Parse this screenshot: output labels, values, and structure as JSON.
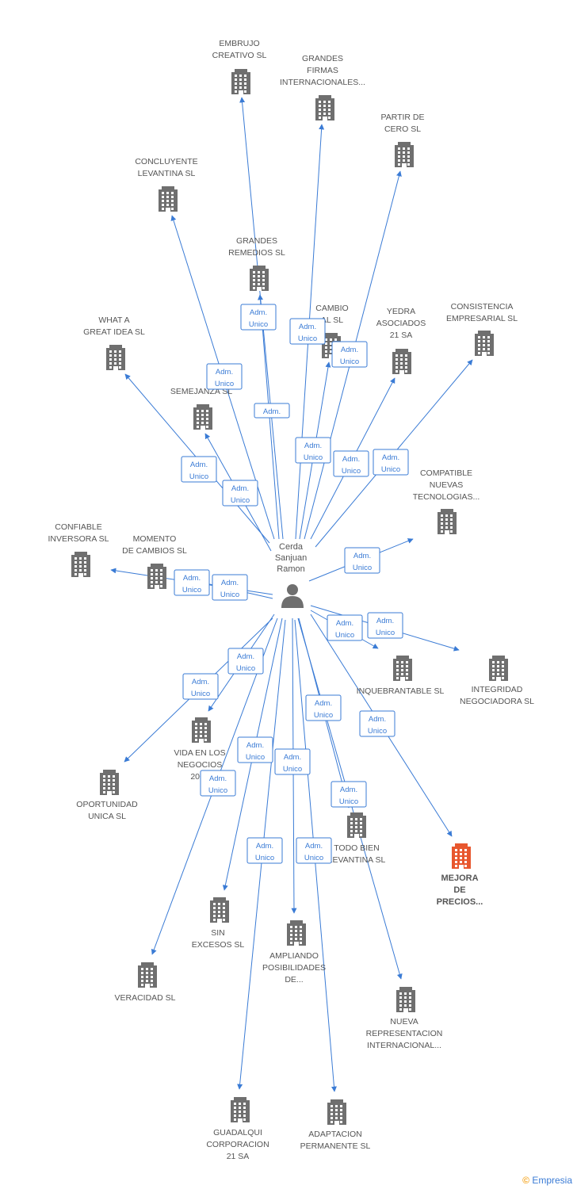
{
  "colors": {
    "edge": "#3a7bd5",
    "building": "#6f6f6f",
    "focus": "#e8572e",
    "text": "#555555"
  },
  "center": {
    "name": [
      "Cerda",
      "Sanjuan",
      "Ramon"
    ],
    "icon": "person-icon"
  },
  "footer": {
    "copyright": "©",
    "brand": "Empresia"
  },
  "companies": [
    {
      "id": "embrujo-creativo",
      "label": [
        "EMBRUJO",
        "CREATIVO SL"
      ],
      "badge": [
        "Adm.",
        "Unico"
      ]
    },
    {
      "id": "grandes-firmas",
      "label": [
        "GRANDES",
        "FIRMAS",
        "INTERNACIONALES..."
      ],
      "badge": [
        "Adm.",
        "Unico"
      ]
    },
    {
      "id": "partir-de-cero",
      "label": [
        "PARTIR DE",
        "CERO SL"
      ],
      "badge": [
        "Adm.",
        "Unico"
      ]
    },
    {
      "id": "concluyente-levantina",
      "label": [
        "CONCLUYENTE",
        "LEVANTINA SL"
      ],
      "badge": [
        "Adm.",
        "Unico"
      ]
    },
    {
      "id": "grandes-remedios",
      "label": [
        "GRANDES",
        "REMEDIOS SL"
      ],
      "badge": [
        "Adm."
      ]
    },
    {
      "id": "cambio-al",
      "label": [
        "CAMBIO",
        "AL SL"
      ],
      "badge": [
        "Adm.",
        "Unico"
      ]
    },
    {
      "id": "yedra-asociados",
      "label": [
        "YEDRA",
        "ASOCIADOS",
        "21 SA"
      ],
      "badge": [
        "Adm.",
        "Unico"
      ]
    },
    {
      "id": "consistencia-empresarial",
      "label": [
        "CONSISTENCIA",
        "EMPRESARIAL SL"
      ],
      "badge": [
        "Adm.",
        "Unico"
      ]
    },
    {
      "id": "what-a-great-idea",
      "label": [
        "WHAT A",
        "GREAT IDEA SL"
      ],
      "badge": [
        "Adm.",
        "Unico"
      ]
    },
    {
      "id": "semejanza",
      "label": [
        "SEMEJANZA SL"
      ],
      "badge": [
        "Adm.",
        "Unico"
      ]
    },
    {
      "id": "compatible-nuevas",
      "label": [
        "COMPATIBLE",
        "NUEVAS",
        "TECNOLOGIAS..."
      ],
      "badge": [
        "Adm.",
        "Unico"
      ]
    },
    {
      "id": "confiable-inversora",
      "label": [
        "CONFIABLE",
        "INVERSORA SL"
      ],
      "badge": [
        "Adm.",
        "Unico"
      ]
    },
    {
      "id": "momento-de-cambios",
      "label": [
        "MOMENTO",
        "DE CAMBIOS SL"
      ],
      "badge": [
        "Adm.",
        "Unico"
      ]
    },
    {
      "id": "inquebrantable",
      "label": [
        "INQUEBRANTABLE SL"
      ],
      "badge": [
        "Adm.",
        "Unico"
      ]
    },
    {
      "id": "integridad-negociadora",
      "label": [
        "INTEGRIDAD",
        "NEGOCIADORA SL"
      ],
      "badge": [
        "Adm.",
        "Unico"
      ]
    },
    {
      "id": "vida-en-los-negocios",
      "label": [
        "VIDA EN LOS",
        "NEGOCIOS",
        "2009"
      ],
      "badge": [
        "Adm.",
        "Unico"
      ]
    },
    {
      "id": "oportunidad-unica",
      "label": [
        "OPORTUNIDAD",
        "UNICA SL"
      ],
      "badge": [
        "Adm.",
        "Unico"
      ]
    },
    {
      "id": "mejora-de-precios",
      "label": [
        "MEJORA",
        "DE",
        "PRECIOS..."
      ],
      "badge": [
        "Adm.",
        "Unico"
      ],
      "focus": true
    },
    {
      "id": "todo-bien-levantina",
      "label": [
        "TODO BIEN",
        "LEVANTINA SL"
      ],
      "badge": [
        "Adm.",
        "Unico"
      ]
    },
    {
      "id": "sin-excesos",
      "label": [
        "SIN",
        "EXCESOS SL"
      ],
      "badge": [
        "Adm.",
        "Unico"
      ]
    },
    {
      "id": "ampliando-posibilidades",
      "label": [
        "AMPLIANDO",
        "POSIBILIDADES",
        "DE..."
      ],
      "badge": [
        "Adm.",
        "Unico"
      ]
    },
    {
      "id": "veracidad",
      "label": [
        "VERACIDAD SL"
      ],
      "badge": [
        "Adm.",
        "Unico"
      ]
    },
    {
      "id": "nueva-representacion",
      "label": [
        "NUEVA",
        "REPRESENTACION",
        "INTERNACIONAL..."
      ],
      "badge": [
        "Adm.",
        "Unico"
      ]
    },
    {
      "id": "guadalqui-corporacion",
      "label": [
        "GUADALQUI",
        "CORPORACION",
        "21 SA"
      ],
      "badge": [
        "Adm.",
        "Unico"
      ]
    },
    {
      "id": "adaptacion-permanente",
      "label": [
        "ADAPTACION",
        "PERMANENTE SL"
      ],
      "badge": [
        "Adm.",
        "Unico"
      ]
    }
  ]
}
